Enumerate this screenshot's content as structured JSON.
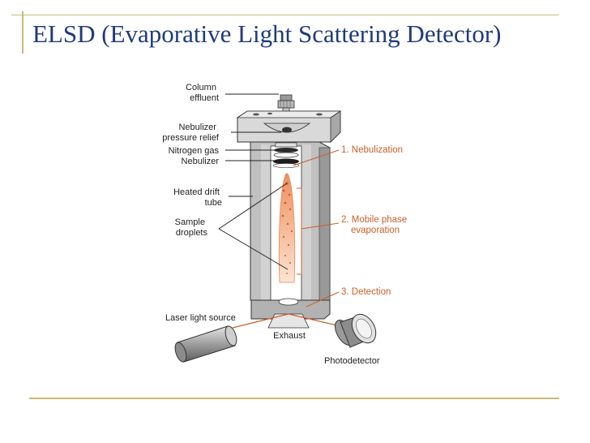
{
  "slide": {
    "title": "ELSD (Evaporative Light Scattering Detector)"
  },
  "labels": {
    "column_effluent": [
      "Column",
      "effluent"
    ],
    "nebulizer_pressure_relief": [
      "Nebulizer",
      "pressure relief"
    ],
    "nitrogen_gas": "Nitrogen gas",
    "nebulizer": "Nebulizer",
    "heated_drift_tube": [
      "Heated drift",
      "tube"
    ],
    "sample_droplets": [
      "Sample",
      "droplets"
    ],
    "laser_light_source": "Laser light source",
    "exhaust": "Exhaust",
    "photodetector": "Photodetector"
  },
  "stages": {
    "nebulization": "1. Nebulization",
    "evaporation": [
      "2. Mobile phase",
      "evaporation"
    ],
    "detection": "3. Detection"
  },
  "colors": {
    "title": "#1f3b7a",
    "rule": "#c9b97a",
    "accent": "#c8602a",
    "plume": "#f1a57c",
    "body": "#bdbdbd"
  }
}
